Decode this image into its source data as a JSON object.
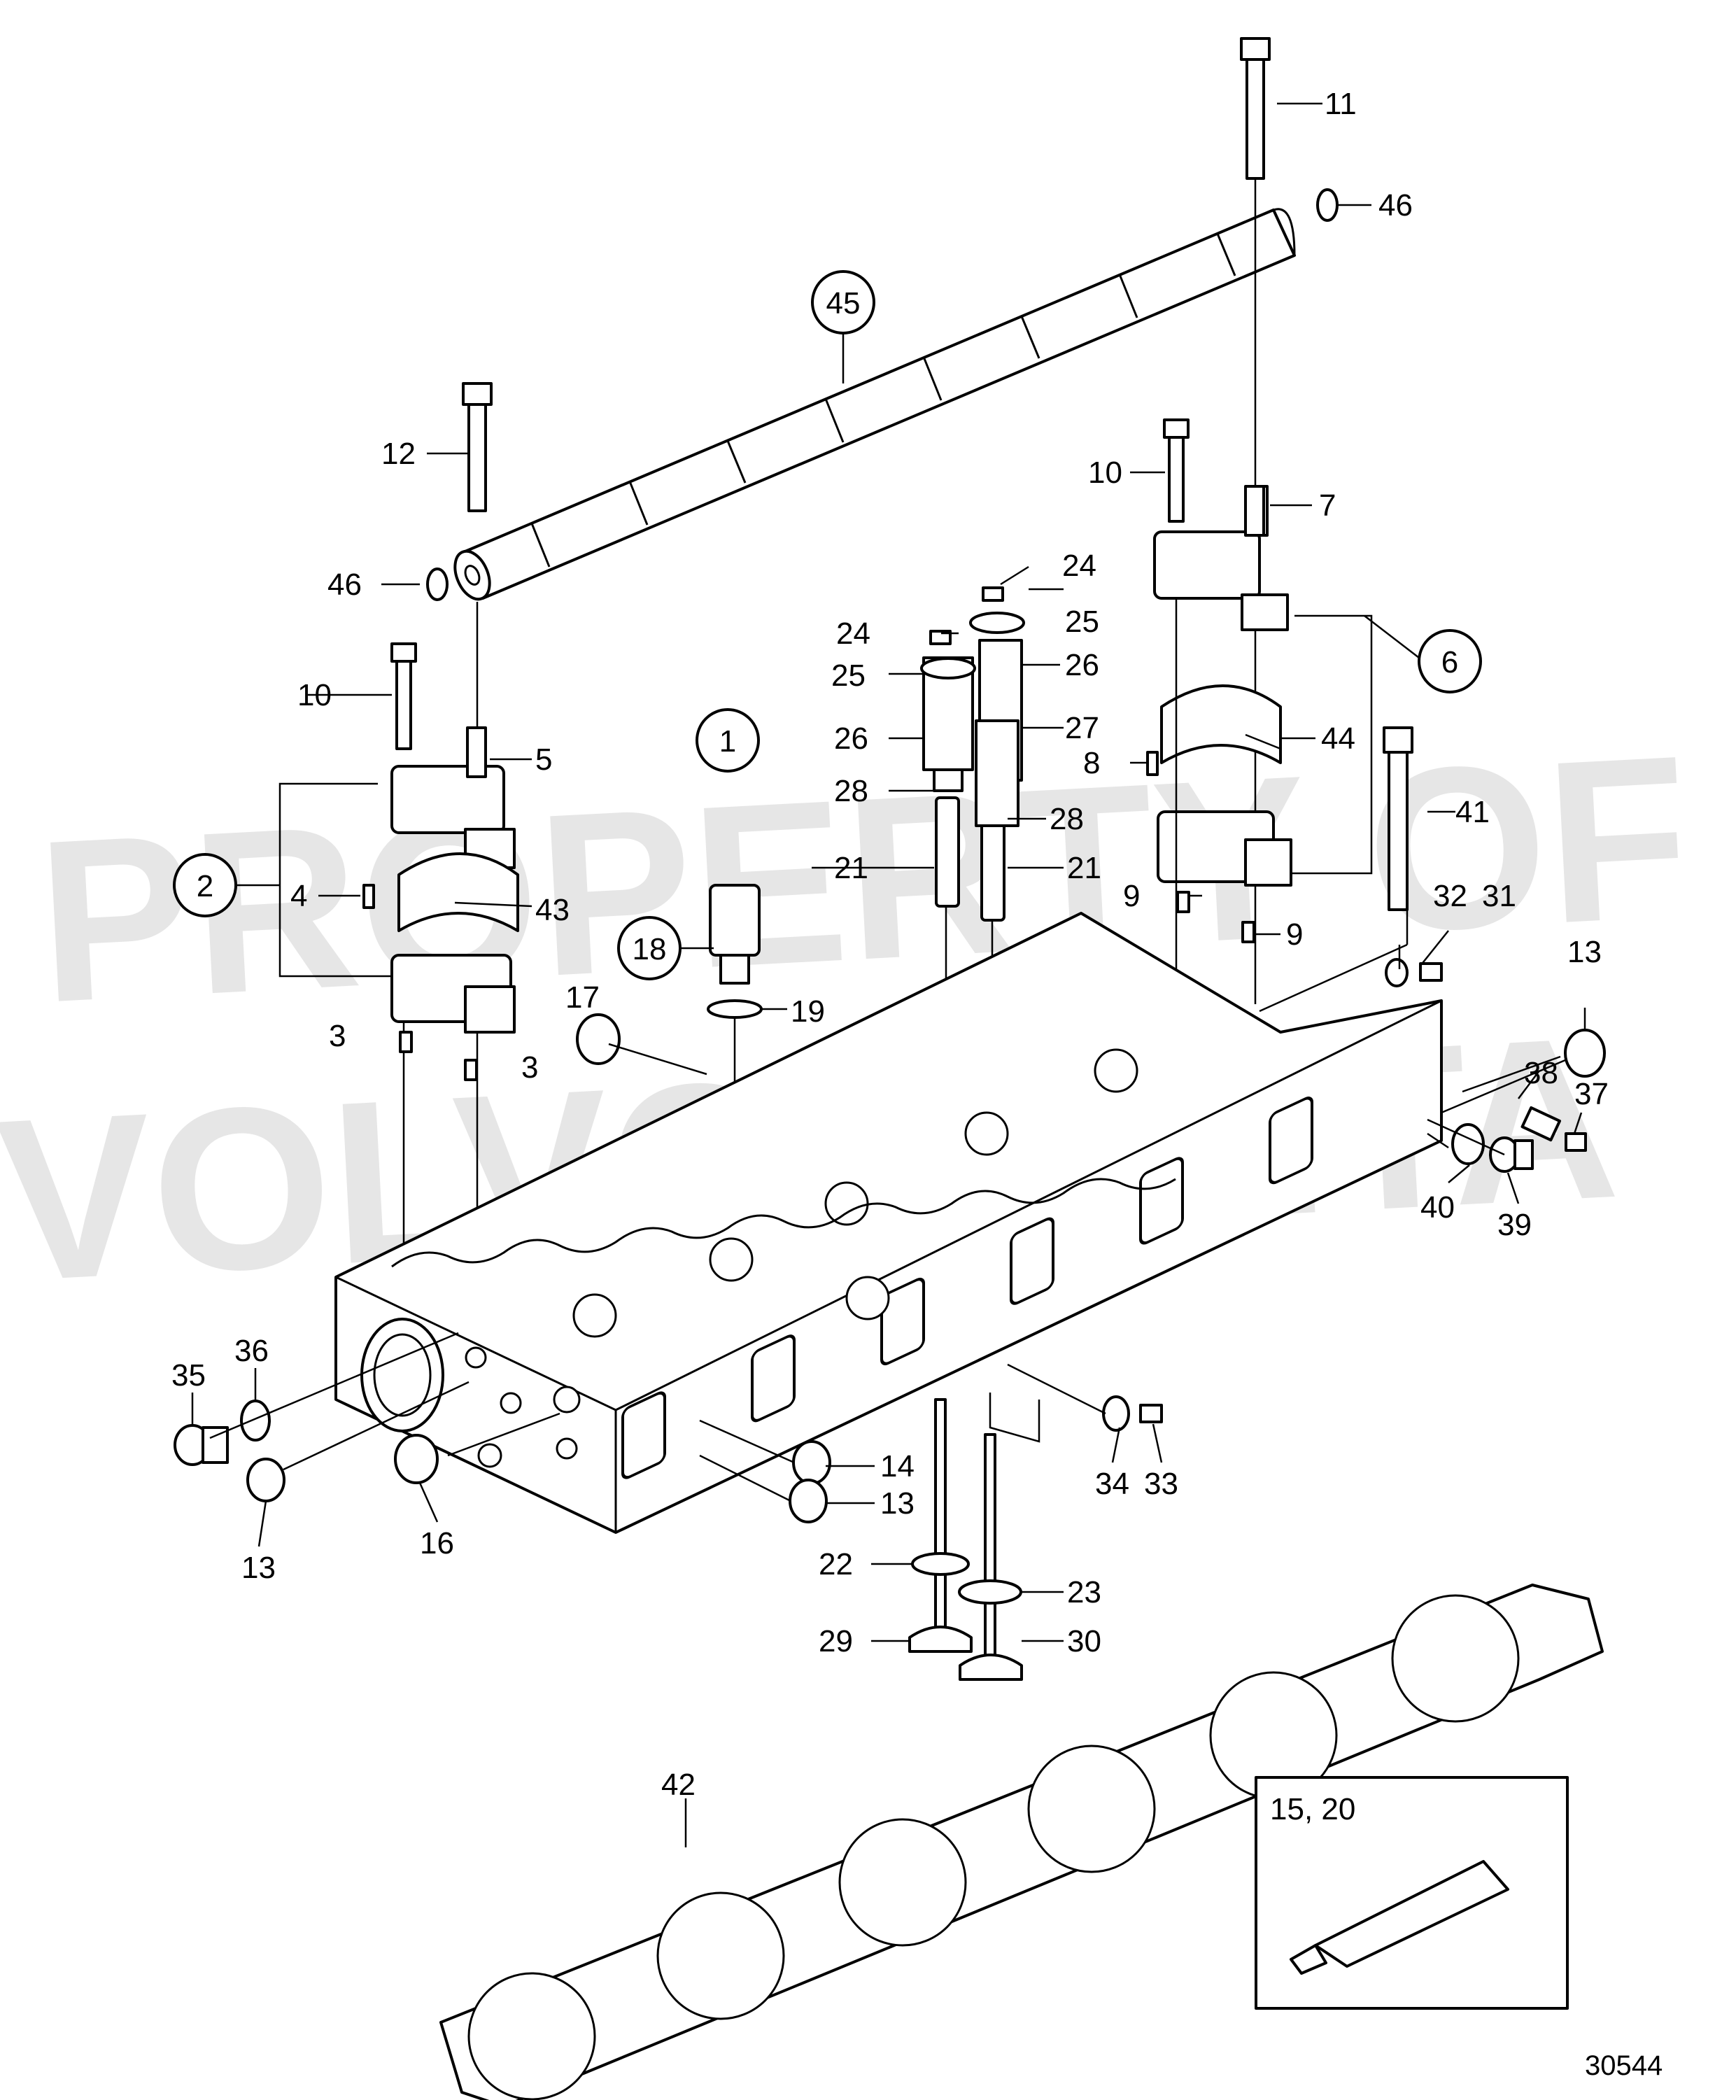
{
  "watermark": {
    "line1": "PROPERTY OF",
    "line2": "VOLVO PENTA"
  },
  "callouts": {
    "c1": "1",
    "c2": "2",
    "c3a": "3",
    "c3b": "3",
    "c4": "4",
    "c5": "5",
    "c6": "6",
    "c7": "7",
    "c8": "8",
    "c9a": "9",
    "c9b": "9",
    "c10a": "10",
    "c10b": "10",
    "c11": "11",
    "c12": "12",
    "c13a": "13",
    "c13b": "13",
    "c13c": "13",
    "c14": "14",
    "c16": "16",
    "c17": "17",
    "c18": "18",
    "c19": "19",
    "c21a": "21",
    "c21b": "21",
    "c22": "22",
    "c23": "23",
    "c24a": "24",
    "c24b": "24",
    "c25a": "25",
    "c25b": "25",
    "c26a": "26",
    "c26b": "26",
    "c27": "27",
    "c28a": "28",
    "c28b": "28",
    "c29": "29",
    "c30": "30",
    "c31": "31",
    "c32": "32",
    "c33": "33",
    "c34": "34",
    "c35": "35",
    "c36": "36",
    "c37": "37",
    "c38": "38",
    "c39": "39",
    "c40": "40",
    "c41": "41",
    "c42": "42",
    "c43": "43",
    "c44": "44",
    "c45": "45",
    "c46a": "46",
    "c46b": "46"
  },
  "inset": {
    "label": "15, 20"
  },
  "figure_number": "30544"
}
